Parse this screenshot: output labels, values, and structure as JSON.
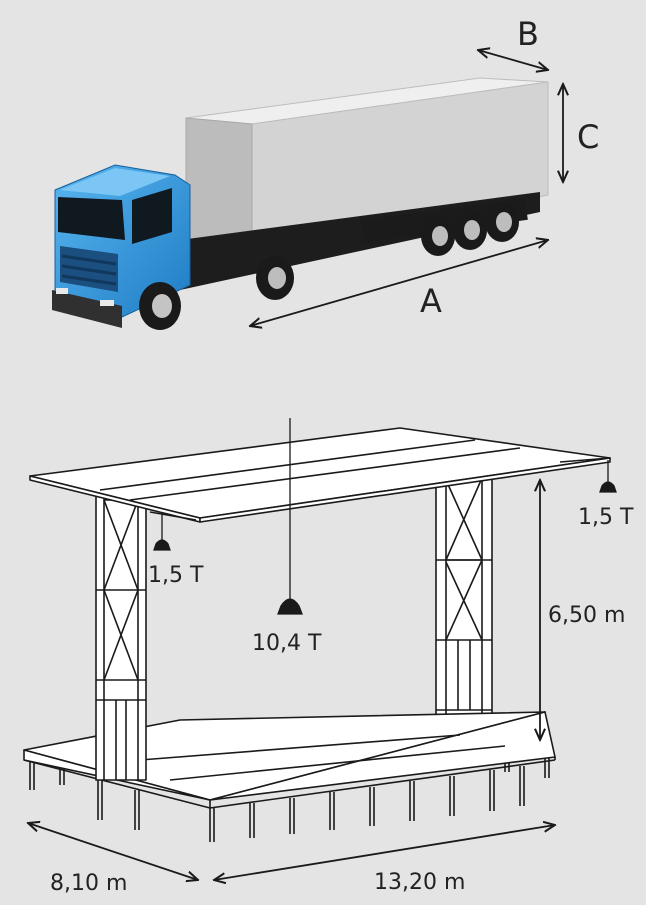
{
  "truck": {
    "label_length": "A",
    "label_width": "B",
    "label_height": "C",
    "cab_color": "#2f9ae0",
    "trailer_color": "#d6d6d6"
  },
  "stage": {
    "width": "8,10 m",
    "length": "13,20 m",
    "height": "6,50 m",
    "load_center": "10,4 T",
    "load_left": "1,5 T",
    "load_right": "1,5 T",
    "structure_color": "#ffffff",
    "line_color": "#1a1a1a"
  },
  "page": {
    "background": "#e4e4e4"
  }
}
